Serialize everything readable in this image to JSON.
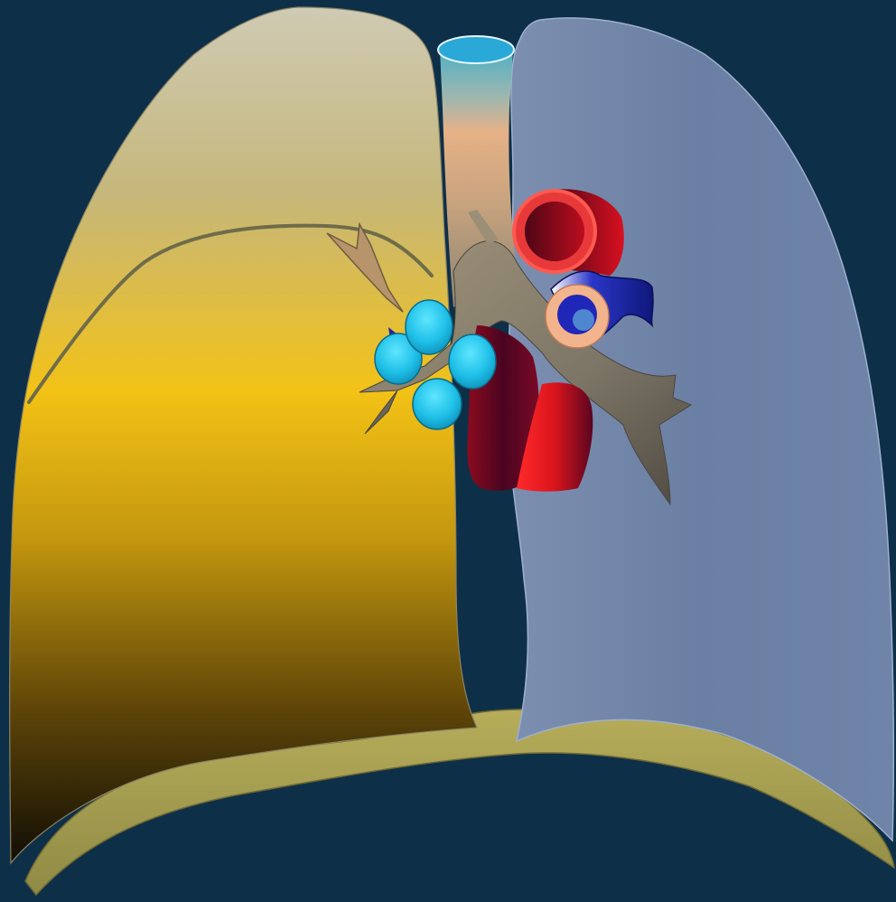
{
  "diagram": {
    "subject": "",
    "colors": {
      "background": "#0e2f48",
      "right_lung_top": "#c8c4a8",
      "right_lung_mid": "#f3c216",
      "right_lung_bottom": "#1a1408",
      "left_lung": "#6a7fa3",
      "left_lung_light": "#8797b6",
      "diaphragm": "#a9a24e",
      "trachea_top": "#7fb5bf",
      "trachea_mid": "#e2b088",
      "bronchus": "#7f7a6c",
      "aorta": "#e8393a",
      "aorta_dark": "#7a0818",
      "pulmonary_artery": "#2830b8",
      "vein_dark": "#5a0522",
      "vein_red": "#ee1a22",
      "lymph_node": "#1fb5e0",
      "fissure": "#6f6c49"
    },
    "structures": [
      {
        "id": "right-lung"
      },
      {
        "id": "left-lung"
      },
      {
        "id": "diaphragm"
      },
      {
        "id": "trachea"
      },
      {
        "id": "main-bronchi"
      },
      {
        "id": "aortic-arch"
      },
      {
        "id": "pulmonary-artery"
      },
      {
        "id": "pulmonary-veins"
      },
      {
        "id": "lymph-nodes"
      },
      {
        "id": "horizontal-fissure"
      }
    ]
  }
}
